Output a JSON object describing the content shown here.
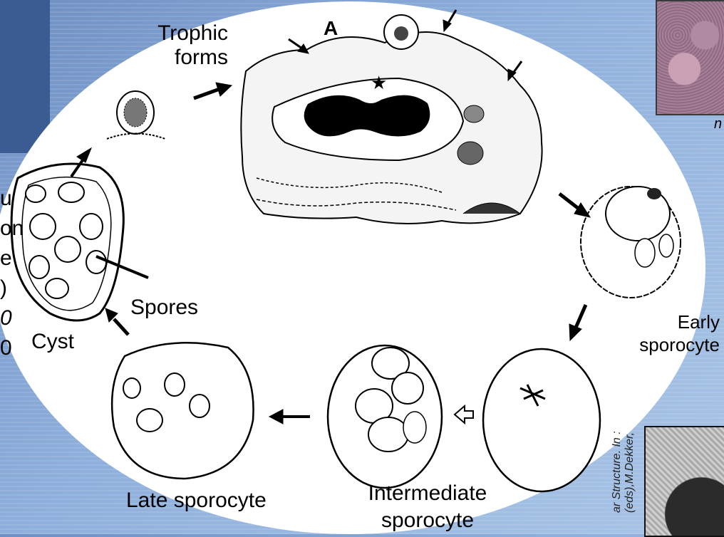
{
  "colors": {
    "background": "#8fb0dc",
    "oval": "#ffffff",
    "ink": "#000000",
    "dark_panel": "#3b5c92"
  },
  "panel_label": "A",
  "stages": {
    "trophic": [
      "Trophic",
      "forms"
    ],
    "early": [
      "Early",
      "sporocyte"
    ],
    "intermediate": [
      "Intermediate",
      "sporocyte"
    ],
    "late": "Late sporocyte",
    "cyst": "Cyst",
    "spores": "Spores"
  },
  "left_fragments": [
    "u",
    "on",
    "e",
    ")",
    "0",
    "0"
  ],
  "fragment_right": "n",
  "citation": [
    "ar Structure. In :",
    "(eds),M.Dekker,"
  ]
}
